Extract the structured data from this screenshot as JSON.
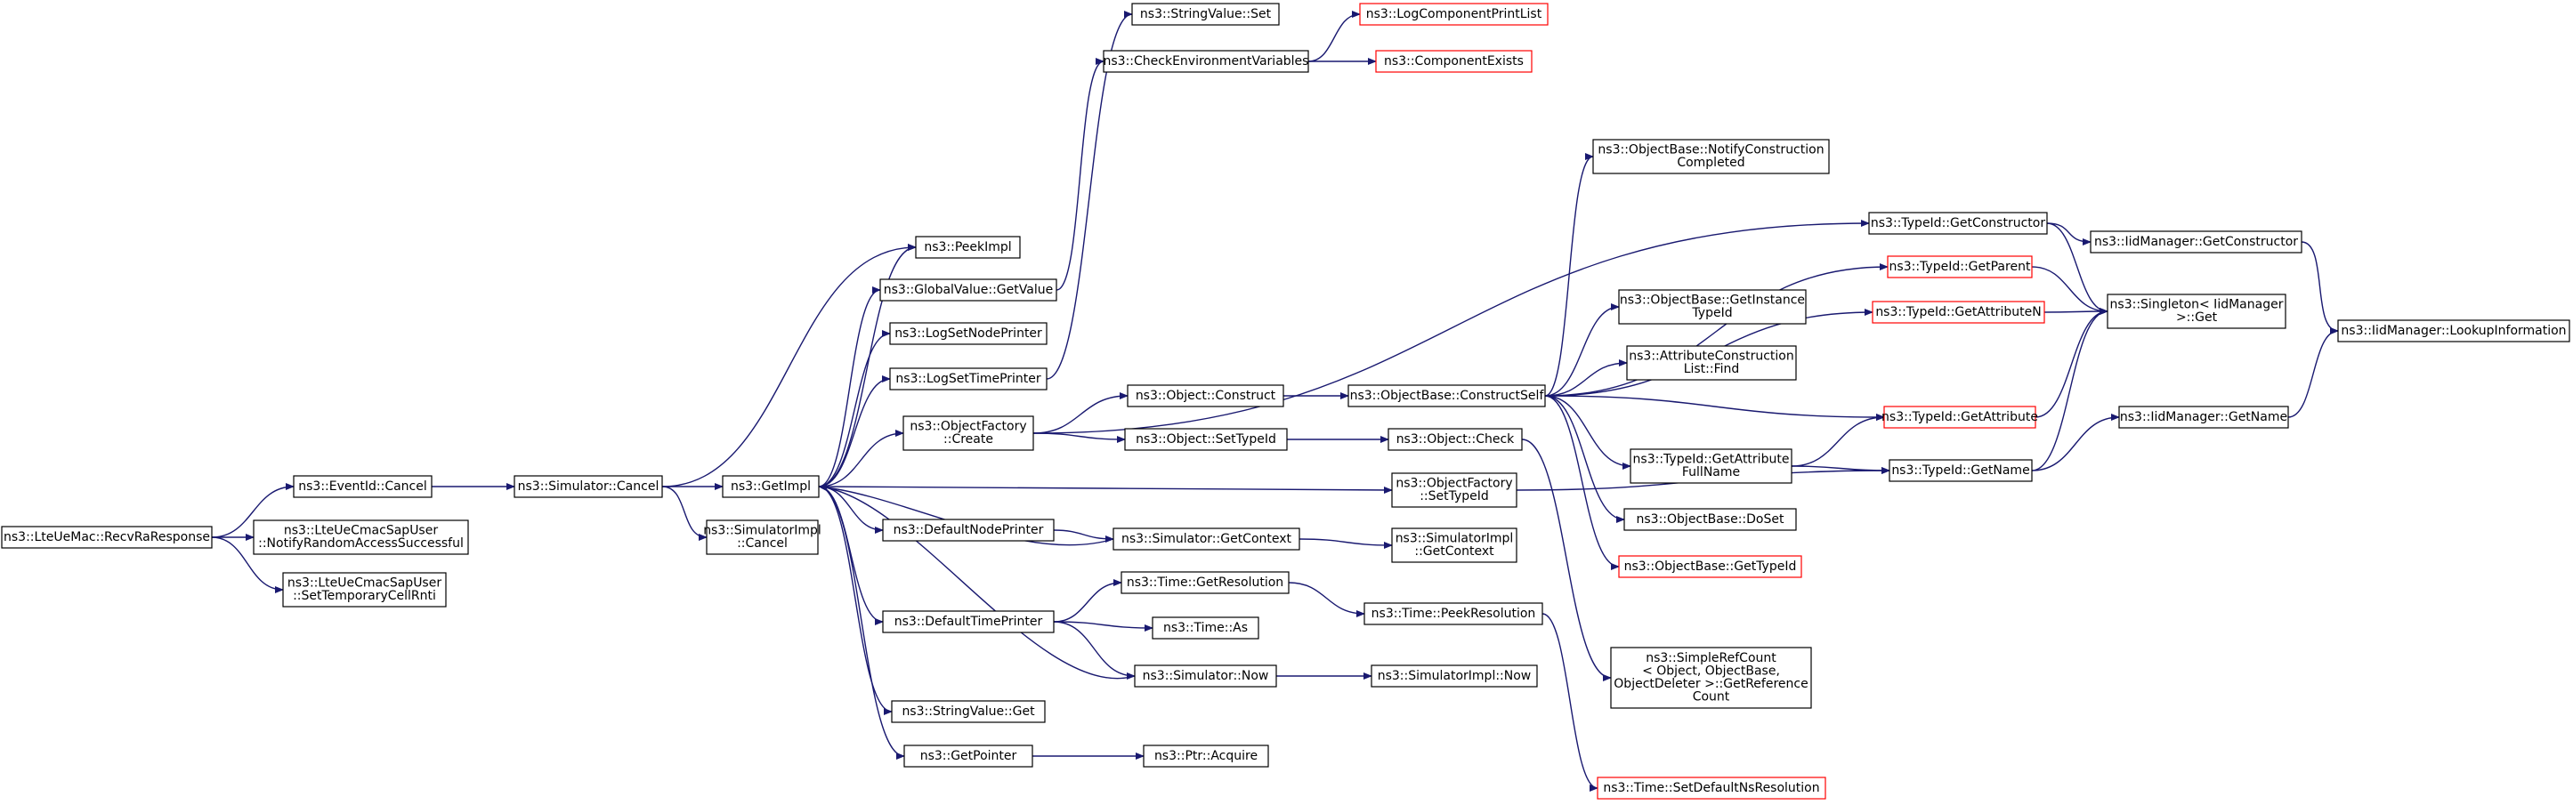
{
  "colors": {
    "edge": "#191970",
    "node_border": "#000000",
    "truncated_border": "#ff0000",
    "root_fill": "#bfbfbf",
    "background": "#ffffff"
  },
  "nodes": [
    {
      "id": "recv",
      "lines": [
        "ns3::LteUeMac::RecvRaResponse"
      ],
      "root": true
    },
    {
      "id": "eventcancel",
      "lines": [
        "ns3::EventId::Cancel"
      ]
    },
    {
      "id": "notifyra",
      "lines": [
        "ns3::LteUeCmacSapUser",
        "::NotifyRandomAccessSuccessful"
      ]
    },
    {
      "id": "settemp",
      "lines": [
        "ns3::LteUeCmacSapUser",
        "::SetTemporaryCellRnti"
      ]
    },
    {
      "id": "simcancel",
      "lines": [
        "ns3::Simulator::Cancel"
      ]
    },
    {
      "id": "getimpl",
      "lines": [
        "ns3::GetImpl"
      ]
    },
    {
      "id": "simimplcancel",
      "lines": [
        "ns3::SimulatorImpl",
        "::Cancel"
      ]
    },
    {
      "id": "peekimpl",
      "lines": [
        "ns3::PeekImpl"
      ]
    },
    {
      "id": "gvgetvalue",
      "lines": [
        "ns3::GlobalValue::GetValue"
      ]
    },
    {
      "id": "logsetnode",
      "lines": [
        "ns3::LogSetNodePrinter"
      ]
    },
    {
      "id": "logsettime",
      "lines": [
        "ns3::LogSetTimePrinter"
      ]
    },
    {
      "id": "ofcreate",
      "lines": [
        "ns3::ObjectFactory",
        "::Create"
      ]
    },
    {
      "id": "defnodeprinter",
      "lines": [
        "ns3::DefaultNodePrinter"
      ]
    },
    {
      "id": "deftimeprinter",
      "lines": [
        "ns3::DefaultTimePrinter"
      ]
    },
    {
      "id": "stringvalueget",
      "lines": [
        "ns3::StringValue::Get"
      ]
    },
    {
      "id": "getpointer",
      "lines": [
        "ns3::GetPointer"
      ]
    },
    {
      "id": "stringvalueset",
      "lines": [
        "ns3::StringValue::Set"
      ]
    },
    {
      "id": "checkenv",
      "lines": [
        "ns3::CheckEnvironmentVariables"
      ]
    },
    {
      "id": "logcompprint",
      "lines": [
        "ns3::LogComponentPrintList"
      ],
      "truncated": true
    },
    {
      "id": "compexists",
      "lines": [
        "ns3::ComponentExists"
      ],
      "truncated": true
    },
    {
      "id": "objconstruct",
      "lines": [
        "ns3::Object::Construct"
      ]
    },
    {
      "id": "objsettypeid",
      "lines": [
        "ns3::Object::SetTypeId"
      ]
    },
    {
      "id": "simgetcontext",
      "lines": [
        "ns3::Simulator::GetContext"
      ]
    },
    {
      "id": "timegetres",
      "lines": [
        "ns3::Time::GetResolution"
      ]
    },
    {
      "id": "timeas",
      "lines": [
        "ns3::Time::As"
      ]
    },
    {
      "id": "simnow",
      "lines": [
        "ns3::Simulator::Now"
      ]
    },
    {
      "id": "ptracquire",
      "lines": [
        "ns3::Ptr::Acquire"
      ]
    },
    {
      "id": "obconstructself",
      "lines": [
        "ns3::ObjectBase::ConstructSelf"
      ]
    },
    {
      "id": "objcheck",
      "lines": [
        "ns3::Object::Check"
      ]
    },
    {
      "id": "ofsettypeid",
      "lines": [
        "ns3::ObjectFactory",
        "::SetTypeId"
      ]
    },
    {
      "id": "simimplgetctx",
      "lines": [
        "ns3::SimulatorImpl",
        "::GetContext"
      ]
    },
    {
      "id": "timepeekres",
      "lines": [
        "ns3::Time::PeekResolution"
      ]
    },
    {
      "id": "simimplnow",
      "lines": [
        "ns3::SimulatorImpl::Now"
      ]
    },
    {
      "id": "obnotify",
      "lines": [
        "ns3::ObjectBase::NotifyConstruction",
        "Completed"
      ]
    },
    {
      "id": "obgetinst",
      "lines": [
        "ns3::ObjectBase::GetInstance",
        "TypeId"
      ]
    },
    {
      "id": "acfind",
      "lines": [
        "ns3::AttributeConstruction",
        "List::Find"
      ]
    },
    {
      "id": "tidgetattrfull",
      "lines": [
        "ns3::TypeId::GetAttribute",
        "FullName"
      ]
    },
    {
      "id": "obdoset",
      "lines": [
        "ns3::ObjectBase::DoSet"
      ]
    },
    {
      "id": "obgettypeid",
      "lines": [
        "ns3::ObjectBase::GetTypeId"
      ],
      "truncated": true
    },
    {
      "id": "srcgetref",
      "lines": [
        "ns3::SimpleRefCount",
        "< Object, ObjectBase,",
        "ObjectDeleter >::GetReference",
        "Count"
      ]
    },
    {
      "id": "timesetdefault",
      "lines": [
        "ns3::Time::SetDefaultNsResolution"
      ],
      "truncated": true
    },
    {
      "id": "tidgetconstructor",
      "lines": [
        "ns3::TypeId::GetConstructor"
      ]
    },
    {
      "id": "tidgetparent",
      "lines": [
        "ns3::TypeId::GetParent"
      ],
      "truncated": true
    },
    {
      "id": "tidgetattrn",
      "lines": [
        "ns3::TypeId::GetAttributeN"
      ],
      "truncated": true
    },
    {
      "id": "tidgetattr",
      "lines": [
        "ns3::TypeId::GetAttribute"
      ],
      "truncated": true
    },
    {
      "id": "tidgetname",
      "lines": [
        "ns3::TypeId::GetName"
      ]
    },
    {
      "id": "iidgetconstructor",
      "lines": [
        "ns3::IidManager::GetConstructor"
      ]
    },
    {
      "id": "singletonget",
      "lines": [
        "ns3::Singleton< IidManager",
        ">::Get"
      ]
    },
    {
      "id": "iidgetname",
      "lines": [
        "ns3::IidManager::GetName"
      ]
    },
    {
      "id": "iidlookup",
      "lines": [
        "ns3::IidManager::LookupInformation"
      ]
    }
  ],
  "edges": [
    [
      "recv",
      "eventcancel"
    ],
    [
      "recv",
      "notifyra"
    ],
    [
      "recv",
      "settemp"
    ],
    [
      "eventcancel",
      "simcancel"
    ],
    [
      "simcancel",
      "peekimpl"
    ],
    [
      "simcancel",
      "getimpl"
    ],
    [
      "simcancel",
      "simimplcancel"
    ],
    [
      "getimpl",
      "peekimpl"
    ],
    [
      "getimpl",
      "gvgetvalue"
    ],
    [
      "getimpl",
      "logsetnode"
    ],
    [
      "getimpl",
      "logsettime"
    ],
    [
      "getimpl",
      "ofcreate"
    ],
    [
      "getimpl",
      "ofsettypeid"
    ],
    [
      "getimpl",
      "defnodeprinter"
    ],
    [
      "getimpl",
      "deftimeprinter"
    ],
    [
      "getimpl",
      "stringvalueget"
    ],
    [
      "getimpl",
      "getpointer"
    ],
    [
      "gvgetvalue",
      "checkenv"
    ],
    [
      "logsettime",
      "stringvalueset"
    ],
    [
      "checkenv",
      "logcompprint"
    ],
    [
      "checkenv",
      "compexists"
    ],
    [
      "ofcreate",
      "objconstruct"
    ],
    [
      "ofcreate",
      "objsettypeid"
    ],
    [
      "ofcreate",
      "tidgetconstructor"
    ],
    [
      "defnodeprinter",
      "simgetcontext"
    ],
    [
      "simgetcontext",
      "getimpl"
    ],
    [
      "simgetcontext",
      "simimplgetctx"
    ],
    [
      "deftimeprinter",
      "timegetres"
    ],
    [
      "deftimeprinter",
      "timeas"
    ],
    [
      "deftimeprinter",
      "simnow"
    ],
    [
      "simnow",
      "getimpl"
    ],
    [
      "simnow",
      "simimplnow"
    ],
    [
      "getpointer",
      "ptracquire"
    ],
    [
      "timegetres",
      "timepeekres"
    ],
    [
      "timepeekres",
      "timesetdefault"
    ],
    [
      "objconstruct",
      "obconstructself"
    ],
    [
      "objsettypeid",
      "objcheck"
    ],
    [
      "objcheck",
      "srcgetref"
    ],
    [
      "ofsettypeid",
      "tidgetname"
    ],
    [
      "obconstructself",
      "obnotify"
    ],
    [
      "obconstructself",
      "tidgetparent"
    ],
    [
      "obconstructself",
      "tidgetattrn"
    ],
    [
      "obconstructself",
      "obgetinst"
    ],
    [
      "obconstructself",
      "acfind"
    ],
    [
      "obconstructself",
      "tidgetattr"
    ],
    [
      "obconstructself",
      "tidgetattrfull"
    ],
    [
      "obconstructself",
      "obdoset"
    ],
    [
      "obconstructself",
      "obgettypeid"
    ],
    [
      "tidgetattrfull",
      "tidgetattr"
    ],
    [
      "tidgetattrfull",
      "tidgetname"
    ],
    [
      "tidgetconstructor",
      "iidgetconstructor"
    ],
    [
      "tidgetconstructor",
      "singletonget"
    ],
    [
      "tidgetparent",
      "singletonget"
    ],
    [
      "tidgetattrn",
      "singletonget"
    ],
    [
      "tidgetattr",
      "singletonget"
    ],
    [
      "tidgetname",
      "singletonget"
    ],
    [
      "tidgetname",
      "iidgetname"
    ],
    [
      "iidgetconstructor",
      "iidlookup"
    ],
    [
      "iidgetname",
      "iidlookup"
    ]
  ]
}
